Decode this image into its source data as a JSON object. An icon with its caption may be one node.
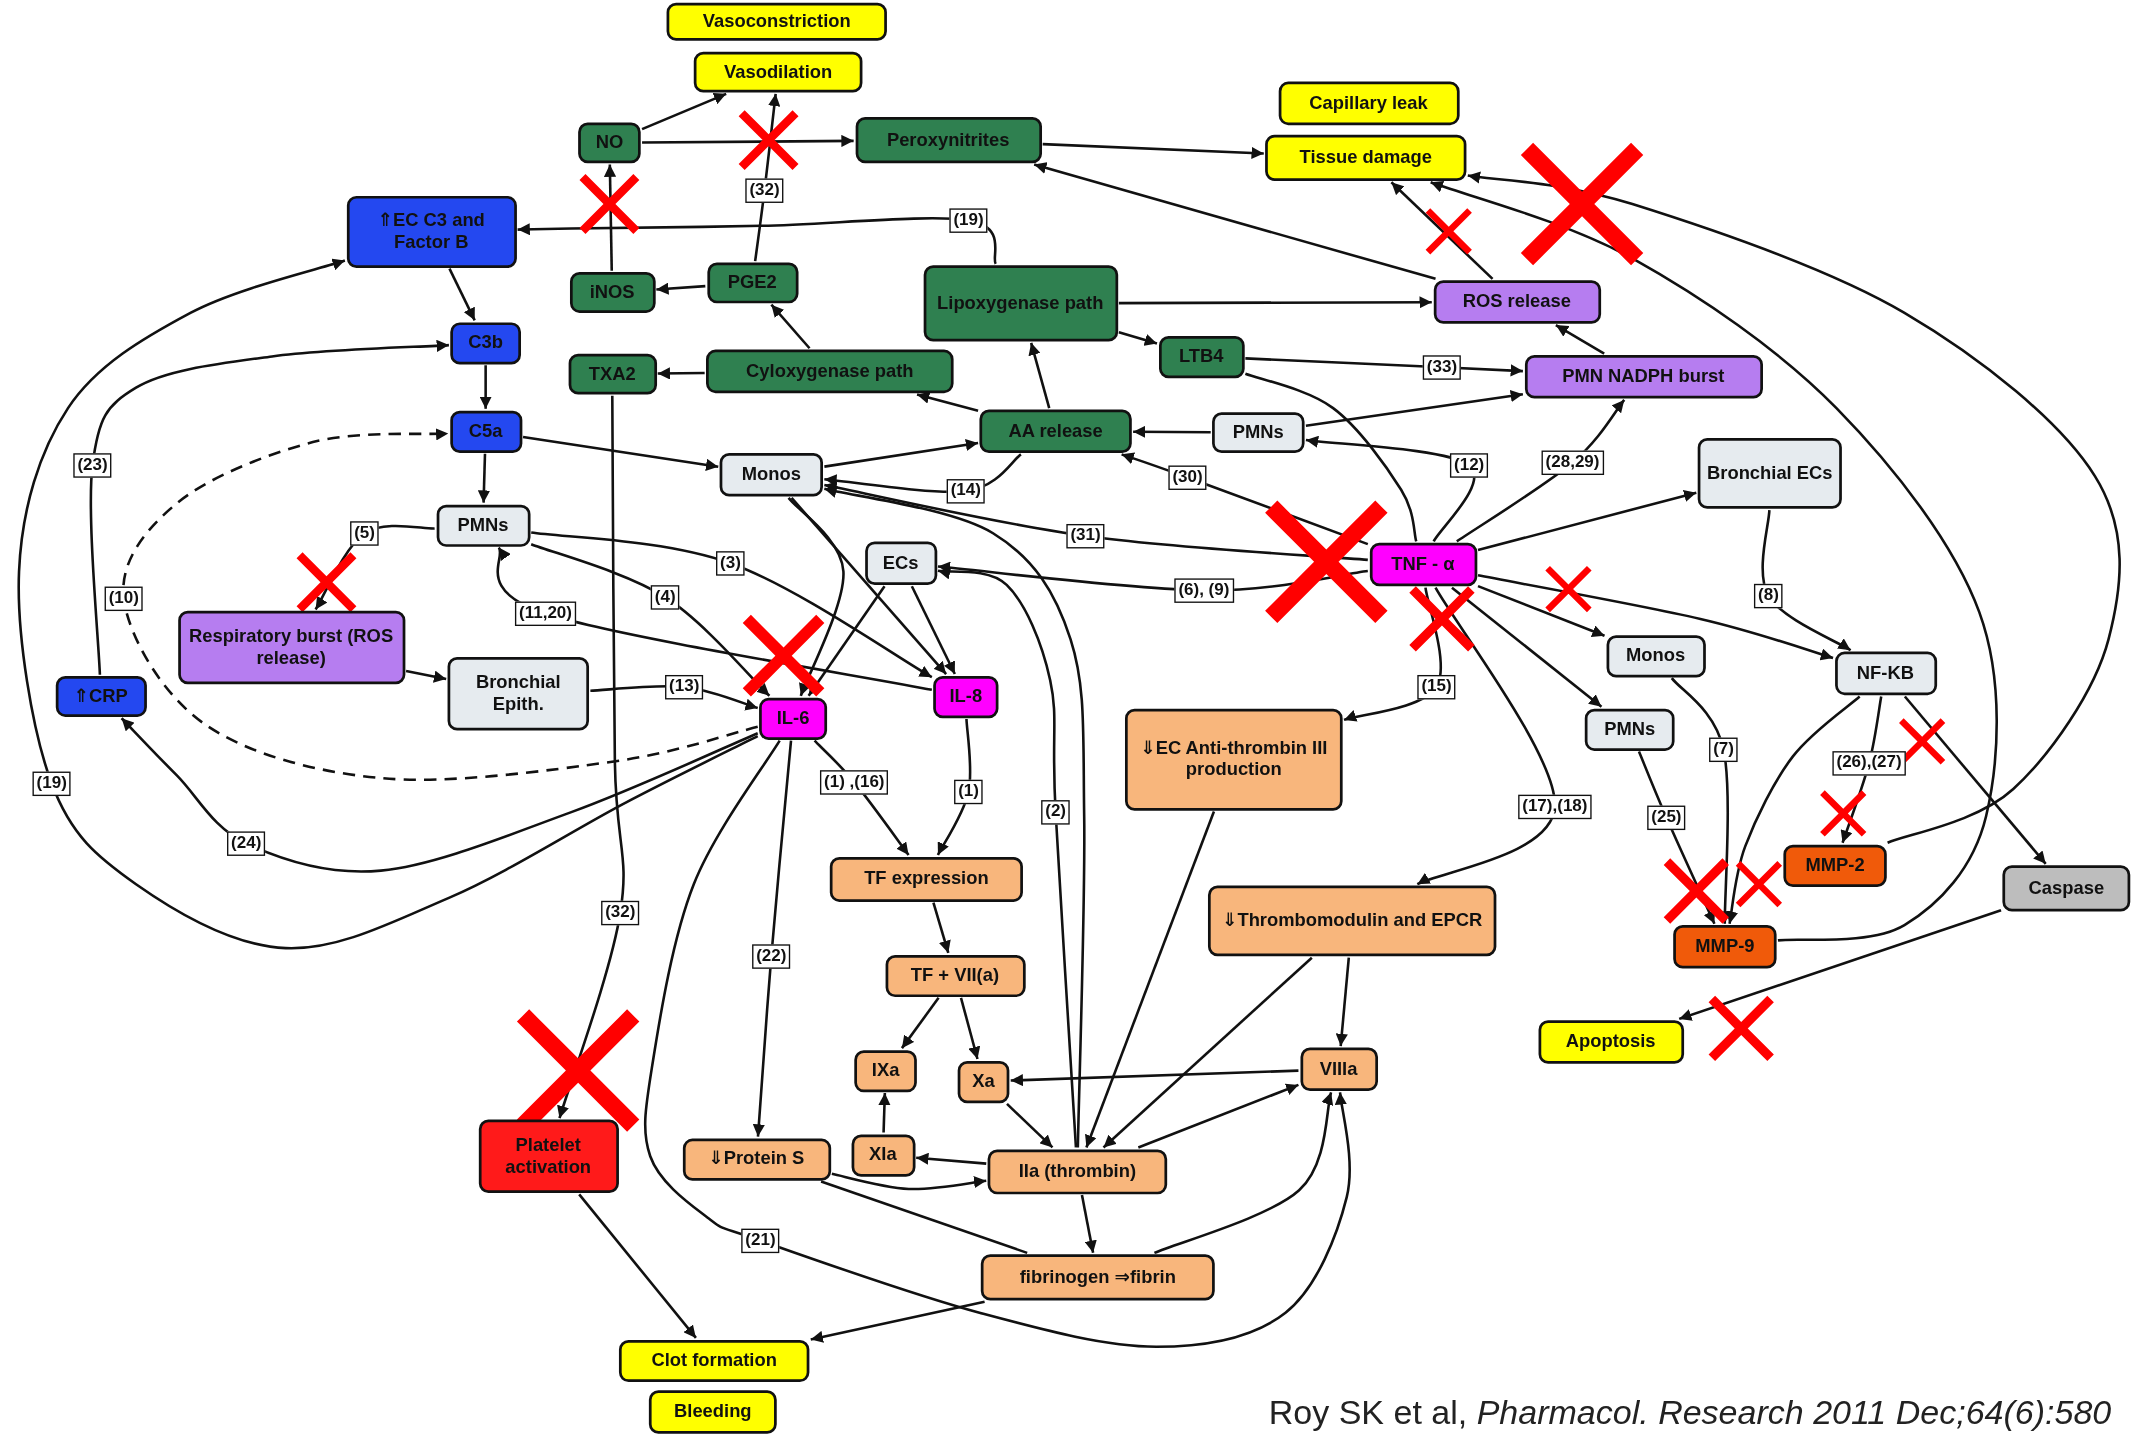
{
  "diagram": {
    "caption": "Roy SK et al, *Pharmacol. Research 2011 Dec;64(6):580*",
    "nodes": [
      {
        "text": [
          "Vasoconstriction"
        ]
      },
      {
        "text": [
          "Vasodilation"
        ]
      },
      {
        "text": [
          "NO"
        ]
      },
      {
        "text": [
          "Peroxynitrites"
        ]
      },
      {
        "text": [
          "Capillary leak"
        ]
      },
      {
        "text": [
          "Tissue damage"
        ]
      },
      {
        "text": [
          "⇑EC C3 and Factor B"
        ]
      },
      {
        "text": [
          "PGE2"
        ]
      },
      {
        "text": [
          "iNOS"
        ]
      },
      {
        "text": [
          "Lipoxygenase path"
        ]
      },
      {
        "text": [
          "ROS release"
        ]
      },
      {
        "text": [
          "C3b"
        ]
      },
      {
        "text": [
          "TXA2"
        ]
      },
      {
        "text": [
          "Cyloxygenase path"
        ]
      },
      {
        "text": [
          "LTB4"
        ]
      },
      {
        "text": [
          "PMN NADPH burst"
        ]
      },
      {
        "text": [
          "C5a"
        ]
      },
      {
        "text": [
          "AA release"
        ]
      },
      {
        "text": [
          "PMNs"
        ]
      },
      {
        "text": [
          "Monos"
        ]
      },
      {
        "text": [
          "Bronchial ECs"
        ]
      },
      {
        "text": [
          "PMNs"
        ]
      },
      {
        "text": [
          "ECs"
        ]
      },
      {
        "text": [
          "TNF - α"
        ]
      },
      {
        "text": [
          "Respiratory burst (ROS release)"
        ]
      },
      {
        "text": [
          "Monos"
        ]
      },
      {
        "text": [
          "NF-KB"
        ]
      },
      {
        "text": [
          "⇑CRP"
        ]
      },
      {
        "text": [
          "Bronchial Epith."
        ]
      },
      {
        "text": [
          "IL-6"
        ]
      },
      {
        "text": [
          "IL-8"
        ]
      },
      {
        "text": [
          "⇓EC Anti-thrombin III production"
        ]
      },
      {
        "text": [
          "PMNs"
        ]
      },
      {
        "text": [
          "TF expression"
        ]
      },
      {
        "text": [
          "⇓Thrombomodulin and EPCR"
        ]
      },
      {
        "text": [
          "MMP-2"
        ]
      },
      {
        "text": [
          "Caspase"
        ]
      },
      {
        "text": [
          "TF + VII(a)"
        ]
      },
      {
        "text": [
          "MMP-9"
        ]
      },
      {
        "text": [
          "Apoptosis"
        ]
      },
      {
        "text": [
          "IXa"
        ]
      },
      {
        "text": [
          "Xa"
        ]
      },
      {
        "text": [
          "VIIIa"
        ]
      },
      {
        "text": [
          "Platelet activation"
        ]
      },
      {
        "text": [
          "⇓Protein S"
        ]
      },
      {
        "text": [
          "XIa"
        ]
      },
      {
        "text": [
          "IIa (thrombin)"
        ]
      },
      {
        "text": [
          "fibrinogen ⇒fibrin"
        ]
      },
      {
        "text": [
          "Clot formation"
        ]
      },
      {
        "text": [
          "Bleeding"
        ]
      }
    ],
    "edges": [
      {
        "from": 2,
        "to": 1,
        "arrow": "to"
      },
      {
        "from": 2,
        "to": 3,
        "arrow": "to"
      },
      {
        "from": 7,
        "to": 1,
        "arrow": "to",
        "label": "(32)"
      },
      {
        "from": 3,
        "to": 5,
        "arrow": "to"
      },
      {
        "from": 8,
        "to": 2,
        "arrow": "to"
      },
      {
        "from": 9,
        "to": 6,
        "arrow": "to",
        "label": "(19)"
      },
      {
        "from": 29,
        "to": 6,
        "arrow": "to",
        "label": "(19)"
      },
      {
        "from": 6,
        "to": 11,
        "arrow": "to"
      },
      {
        "from": 11,
        "to": 16,
        "arrow": "to"
      },
      {
        "from": 27,
        "to": 11,
        "arrow": "to",
        "label": "(23)"
      },
      {
        "from": 16,
        "to": 21,
        "arrow": "to"
      },
      {
        "from": 16,
        "to": 19,
        "arrow": "to"
      },
      {
        "from": 29,
        "to": 16,
        "arrow": "to",
        "label": "(10)",
        "style": "dashed"
      },
      {
        "from": 29,
        "to": 27,
        "arrow": "to",
        "label": "(24)"
      },
      {
        "from": 7,
        "to": 8,
        "arrow": "to"
      },
      {
        "from": 13,
        "to": 7,
        "arrow": "to"
      },
      {
        "from": 13,
        "to": 12,
        "arrow": "to"
      },
      {
        "from": 12,
        "to": 43,
        "arrow": "to",
        "label": "(32)"
      },
      {
        "from": 17,
        "to": 13,
        "arrow": "to"
      },
      {
        "from": 17,
        "to": 9,
        "arrow": "to"
      },
      {
        "from": 9,
        "to": 10,
        "arrow": "to"
      },
      {
        "from": 9,
        "to": 14,
        "arrow": "to"
      },
      {
        "from": 14,
        "to": 15,
        "arrow": "to",
        "label": "(33)"
      },
      {
        "from": 15,
        "to": 10,
        "arrow": "to"
      },
      {
        "from": 10,
        "to": 5,
        "arrow": "to"
      },
      {
        "from": 10,
        "to": 3,
        "arrow": "to"
      },
      {
        "from": 18,
        "to": 17,
        "arrow": "to"
      },
      {
        "from": 18,
        "to": 15,
        "arrow": "to"
      },
      {
        "from": 23,
        "to": 18,
        "arrow": "to",
        "label": "(12)"
      },
      {
        "from": 19,
        "to": 17,
        "arrow": "to"
      },
      {
        "from": 17,
        "to": 19,
        "arrow": "to",
        "label": "(14)"
      },
      {
        "from": 23,
        "to": 17,
        "arrow": "to",
        "label": "(30)"
      },
      {
        "from": 23,
        "to": 19,
        "arrow": "to",
        "label": "(31)"
      },
      {
        "from": 23,
        "to": 22,
        "arrow": "to",
        "label": "(6), (9)"
      },
      {
        "from": 23,
        "to": 15,
        "arrow": "to",
        "label": "(28,29)"
      },
      {
        "from": 23,
        "to": 20,
        "arrow": "to"
      },
      {
        "from": 14,
        "to": 23,
        "arrow": "none"
      },
      {
        "from": 38,
        "to": 5,
        "arrow": "to"
      },
      {
        "from": 35,
        "to": 5,
        "arrow": "to"
      },
      {
        "from": 20,
        "to": 26,
        "arrow": "to",
        "label": "(8)"
      },
      {
        "from": 23,
        "to": 26,
        "arrow": "to"
      },
      {
        "from": 23,
        "to": 25,
        "arrow": "to"
      },
      {
        "from": 23,
        "to": 32,
        "arrow": "to"
      },
      {
        "from": 23,
        "to": 31,
        "arrow": "to",
        "label": "(15)"
      },
      {
        "from": 23,
        "to": 34,
        "arrow": "to",
        "label": "(17),(18)"
      },
      {
        "from": 25,
        "to": 38,
        "arrow": "to",
        "label": "(7)"
      },
      {
        "from": 32,
        "to": 38,
        "arrow": "to",
        "label": "(25)"
      },
      {
        "from": 26,
        "to": 35,
        "arrow": "to",
        "label": "(26),(27)"
      },
      {
        "from": 26,
        "to": 38,
        "arrow": "to"
      },
      {
        "from": 26,
        "to": 36,
        "arrow": "to"
      },
      {
        "from": 36,
        "to": 39,
        "arrow": "to"
      },
      {
        "from": 19,
        "to": 29,
        "arrow": "to"
      },
      {
        "from": 19,
        "to": 30,
        "arrow": "to"
      },
      {
        "from": 22,
        "to": 30,
        "arrow": "to"
      },
      {
        "from": 22,
        "to": 29,
        "arrow": "to"
      },
      {
        "from": 21,
        "to": 24,
        "arrow": "to",
        "label": "(5)"
      },
      {
        "from": 21,
        "to": 30,
        "arrow": "to",
        "label": "(3)"
      },
      {
        "from": 21,
        "to": 29,
        "arrow": "to",
        "label": "(4)"
      },
      {
        "from": 30,
        "to": 21,
        "arrow": "to",
        "label": "(11,20)"
      },
      {
        "from": 24,
        "to": 28,
        "arrow": "to"
      },
      {
        "from": 28,
        "to": 29,
        "arrow": "to",
        "label": "(13)"
      },
      {
        "from": 29,
        "to": 33,
        "arrow": "to",
        "label": "(1) ,(16)"
      },
      {
        "from": 30,
        "to": 33,
        "arrow": "to",
        "label": "(1)"
      },
      {
        "from": 29,
        "to": 44,
        "arrow": "to",
        "label": "(22)"
      },
      {
        "from": 29,
        "to": 42,
        "arrow": "to",
        "label": "(21)"
      },
      {
        "from": 46,
        "to": 22,
        "arrow": "to",
        "label": "(2)"
      },
      {
        "from": 46,
        "to": 19,
        "arrow": "to"
      },
      {
        "from": 33,
        "to": 37,
        "arrow": "to"
      },
      {
        "from": 37,
        "to": 40,
        "arrow": "to"
      },
      {
        "from": 37,
        "to": 41,
        "arrow": "to"
      },
      {
        "from": 45,
        "to": 40,
        "arrow": "to"
      },
      {
        "from": 46,
        "to": 45,
        "arrow": "to"
      },
      {
        "from": 44,
        "to": 46,
        "arrow": "to"
      },
      {
        "from": 41,
        "to": 46,
        "arrow": "to"
      },
      {
        "from": 42,
        "to": 41,
        "arrow": "to"
      },
      {
        "from": 46,
        "to": 42,
        "arrow": "to"
      },
      {
        "from": 31,
        "to": 46,
        "arrow": "to"
      },
      {
        "from": 34,
        "to": 46,
        "arrow": "to"
      },
      {
        "from": 34,
        "to": 42,
        "arrow": "to"
      },
      {
        "from": 46,
        "to": 47,
        "arrow": "to"
      },
      {
        "from": 47,
        "to": 42,
        "arrow": "to"
      },
      {
        "from": 44,
        "to": 47,
        "arrow": "none"
      },
      {
        "from": 47,
        "to": 48,
        "arrow": "to"
      },
      {
        "from": 43,
        "to": 48,
        "arrow": "to"
      }
    ]
  }
}
